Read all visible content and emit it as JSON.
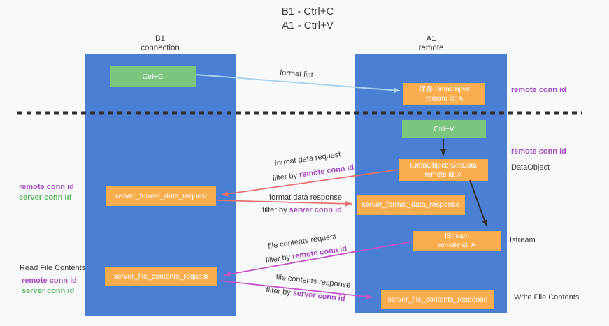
{
  "title": {
    "line1": "B1 - Ctrl+C",
    "line2": "A1 - Ctrl+V"
  },
  "lifelines": {
    "left": {
      "name": "B1",
      "role": "connection"
    },
    "right": {
      "name": "A1",
      "role": "remote"
    }
  },
  "nodes": {
    "ctrl_c": {
      "label": "Ctrl+C"
    },
    "ctrl_v": {
      "label": "Ctrl+V"
    },
    "save_idataobject": {
      "line1": "保存IDataObject",
      "line2": "remote id: A"
    },
    "idataobject_getdata": {
      "line1": "IDataObject::GetData",
      "line2": "remote id: A"
    },
    "istream": {
      "line1": "IStream",
      "line2": "remote id: A"
    },
    "server_format_data_request": {
      "label": "server_format_data_request"
    },
    "server_format_data_response": {
      "label": "server_format_data_response"
    },
    "server_file_contents_request": {
      "label": "server_file_contents_request"
    },
    "server_file_contents_response": {
      "label": "server_file_contents_response"
    }
  },
  "edge_labels": {
    "format_list": "format list",
    "format_data_request": "format data request",
    "format_data_request_filter_prefix": "filter by ",
    "format_data_request_filter_key": "remote conn id",
    "format_data_response": "format data response",
    "format_data_response_filter_prefix": "filter by ",
    "format_data_response_filter_key": "server conn id",
    "file_contents_request": "file contents request",
    "file_contents_request_filter_prefix": "filter by ",
    "file_contents_request_filter_key": "remote conn id",
    "file_contents_response": "file contents response",
    "file_contents_response_filter_prefix": "filter by ",
    "file_contents_response_filter_key": "server conn id"
  },
  "side_labels": {
    "right_top_conn_id": "remote conn id",
    "right_mid_conn_id": "remote conn id",
    "right_dataobject": "DataObject",
    "right_istream": "Istream",
    "right_write_file": "Write File Contents",
    "left_format_remote": "remote conn id",
    "left_format_server": "server conn id",
    "left_read_file": "Read File Contents",
    "left_file_remote": "remote conn id",
    "left_file_server": "server conn id"
  },
  "colors": {
    "column-blue": "#4a7fd3",
    "box-green": "#7cc57f",
    "box-orange": "#f9ad4e",
    "arrow-salmon": "#e7736f",
    "arrow-magenta": "#c353c9",
    "arrow-lightblue": "#a9d3ee",
    "arrow-black": "#2f2f2f",
    "text-purple": "#a44ac0",
    "text-green": "#5db662",
    "text-dark": "#3b3b3b",
    "background": "#f8f9fa"
  }
}
